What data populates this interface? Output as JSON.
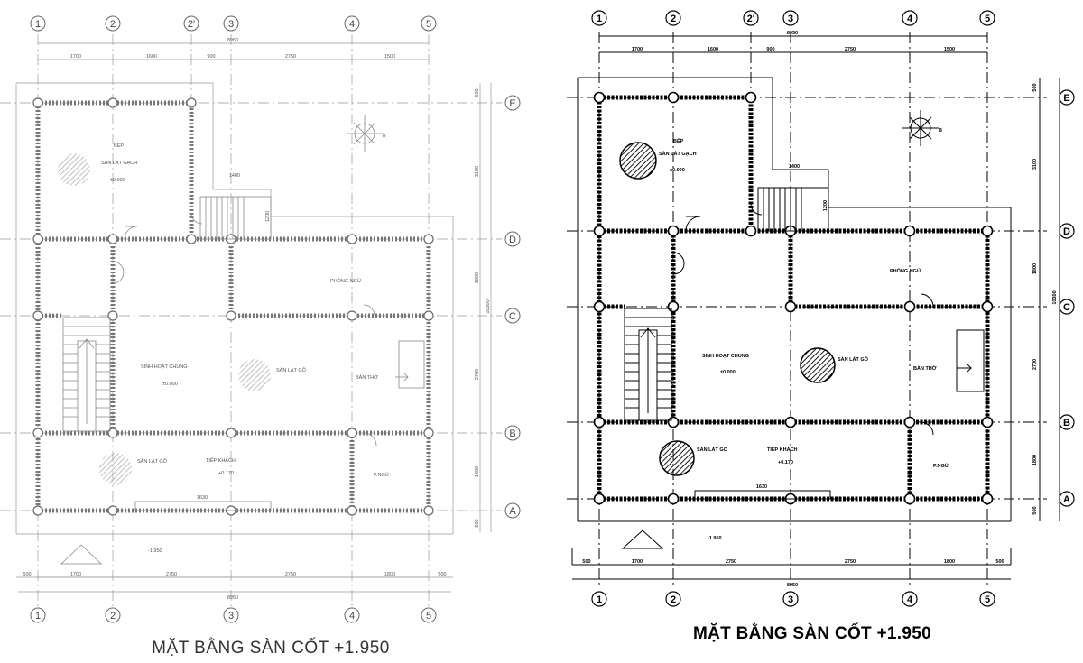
{
  "plans": [
    {
      "id": "left",
      "caption": "MẶT BẰNG SÀN CỐT +1.950",
      "axes_x": [
        "1",
        "2",
        "2'",
        "3",
        "4",
        "5"
      ],
      "axes_x_bottom": [
        "1",
        "2",
        "3",
        "4",
        "5"
      ],
      "axes_y": [
        "E",
        "D",
        "C",
        "B",
        "A"
      ],
      "dims_top_total": "8950",
      "dims_top": [
        "1700",
        "1600",
        "900",
        "2750",
        "1500"
      ],
      "dims_bottom": [
        "500",
        "1700",
        "2750",
        "2750",
        "1800",
        "500"
      ],
      "dims_bottom_total": "8950",
      "dims_right": [
        "500",
        "3100",
        "1800",
        "2700",
        "1800",
        "500"
      ],
      "dims_right_total": "10300",
      "stair_dim_w": "1400",
      "stair_dim_h": "1200",
      "window_dim": "1630",
      "rooms": {
        "bep": "BẾP",
        "bep_floor": "SÀN LÁT GẠCH",
        "bep_level": "±0.000",
        "phong_ngu": "PHÒNG NGỦ",
        "sinh_hoat": "SINH HOẠT CHUNG",
        "sinh_hoat_level": "±0.000",
        "san_lat_go_1": "SÀN LÁT GỖ",
        "ban_tho": "BÀN THỜ",
        "tiep_khach": "TIẾP KHÁCH",
        "tiep_khach_level": "+0.170",
        "san_lat_go_2": "SÀN LÁT GỖ",
        "p_ngu": "P.NGỦ",
        "outside_level": "-1.950"
      },
      "north": "B"
    },
    {
      "id": "right",
      "caption": "MẶT BẰNG SÀN CỐT +1.950",
      "axes_x": [
        "1",
        "2",
        "2'",
        "3",
        "4",
        "5"
      ],
      "axes_x_bottom": [
        "1",
        "2",
        "3",
        "4",
        "5"
      ],
      "axes_y": [
        "E",
        "D",
        "C",
        "B",
        "A"
      ],
      "dims_top_total": "8950",
      "dims_top": [
        "1700",
        "1600",
        "900",
        "2750",
        "1500"
      ],
      "dims_bottom": [
        "500",
        "1700",
        "2750",
        "2750",
        "1800",
        "500"
      ],
      "dims_bottom_total": "8950",
      "dims_right": [
        "500",
        "3100",
        "1800",
        "2700",
        "1800",
        "500"
      ],
      "dims_right_total": "10300",
      "stair_dim_w": "1400",
      "stair_dim_h": "1200",
      "window_dim": "1630",
      "rooms": {
        "bep": "BẾP",
        "bep_floor": "SÀN LÁT GẠCH",
        "bep_level": "±0.000",
        "phong_ngu": "PHÒNG NGỦ",
        "sinh_hoat": "SINH HOẠT CHUNG",
        "sinh_hoat_level": "±0.000",
        "san_lat_go_1": "SÀN LÁT GỖ",
        "ban_tho": "BÀN THỜ",
        "tiep_khach": "TIẾP KHÁCH",
        "tiep_khach_level": "+0.170",
        "san_lat_go_2": "SÀN LÁT GỖ",
        "p_ngu": "P.NGỦ",
        "outside_level": "-1.950"
      },
      "north": "B"
    }
  ]
}
